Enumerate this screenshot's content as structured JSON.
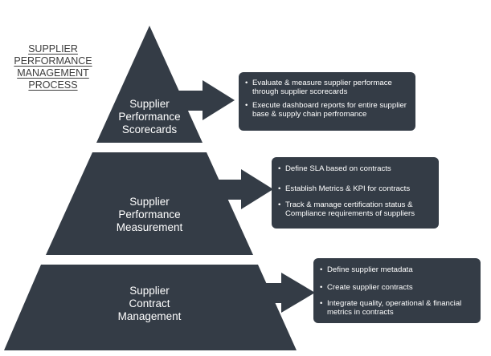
{
  "title": [
    "SUPPLIER",
    "PERFORMANCE",
    "MANAGEMENT",
    "PROCESS"
  ],
  "colors": {
    "shape": "#343c46",
    "title": "#3d3d3d"
  },
  "tiers": [
    {
      "lines": [
        "Supplier",
        "Performance",
        "Scorecards"
      ],
      "items": [
        "Evaluate & measure supplier performace through supplier scorecards",
        "Execute dashboard reports for entire supplier base & supply chain perfromance"
      ]
    },
    {
      "lines": [
        "Supplier",
        "Performance",
        "Measurement"
      ],
      "items": [
        "Define SLA based on contracts",
        "Establish Metrics & KPI for contracts",
        "Track & manage certification status & Compliance requirements of suppliers"
      ]
    },
    {
      "lines": [
        "Supplier",
        "Contract",
        "Management"
      ],
      "items": [
        "Define supplier metadata",
        "Create supplier contracts",
        "Integrate quality, operational & financial metrics  in contracts"
      ]
    }
  ]
}
